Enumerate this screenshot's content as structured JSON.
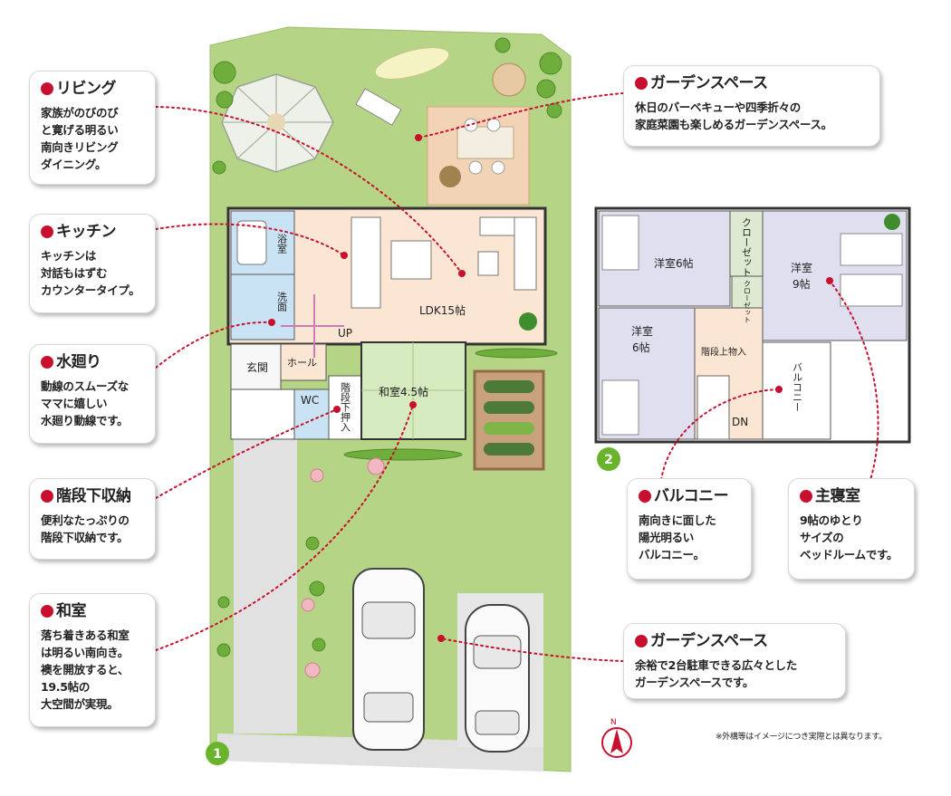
{
  "callouts": {
    "living": {
      "title": "リビング",
      "body": "家族がのびのび\nと寛げる明るい\n南向きリビング\nダイニング。"
    },
    "kitchen": {
      "title": "キッチン",
      "body": "キッチンは\n対話もはずむ\nカウンタータイプ。"
    },
    "water": {
      "title": "水廻り",
      "body": "動線のスムーズな\nママに嬉しい\n水廻り動線です。"
    },
    "storage": {
      "title": "階段下収納",
      "body": "便利なたっぷりの\n階段下収納です。"
    },
    "washitsu": {
      "title": "和室",
      "body": "落ち着きある和室\nは明るい南向き。\n襖を開放すると、\n19.5帖の\n大空間が実現。"
    },
    "garden_top": {
      "title": "ガーデンスペース",
      "body": "休日のバーベキューや四季折々の\n家庭菜園も楽しめるガーデンスペース。"
    },
    "balcony": {
      "title": "バルコニー",
      "body": "南向きに面した\n陽光明るい\nバルコニー。"
    },
    "master": {
      "title": "主寝室",
      "body": "9帖のゆとり\nサイズの\nベッドルームです。"
    },
    "garden_bottom": {
      "title": "ガーデンスペース",
      "body": "余裕で2台駐車できる広々とした\nガーデンスペースです。"
    }
  },
  "rooms_1f": {
    "bath": "浴室",
    "wash": "洗面",
    "ldk": "LDK15帖",
    "up": "UP",
    "entrance": "玄関",
    "hall": "ホール",
    "wc": "WC",
    "under_stairs": "階段下押入",
    "washitsu": "和室4.5帖"
  },
  "rooms_2f": {
    "western1": "洋室6帖",
    "closet_a": "クローゼット",
    "closet_b": "クローゼット",
    "master_name": "洋室",
    "master_size": "9帖",
    "western2_name": "洋室",
    "western2_size": "6帖",
    "stair_storage": "階段上物入",
    "dn": "DN",
    "balcony": "バルコニー"
  },
  "floor_badges": {
    "first": "1",
    "second": "2"
  },
  "compass": "N",
  "footnote": "※外構等はイメージにつき実際とは異なります。",
  "colors": {
    "accent_red": "#c8102e",
    "lawn": "#b5d485",
    "ldk_floor": "#fbe6d3",
    "wet_area": "#c9e3f4",
    "tatami": "#d7ebc1",
    "bedroom": "#e0dff0",
    "badge_green": "#6ab42d"
  }
}
